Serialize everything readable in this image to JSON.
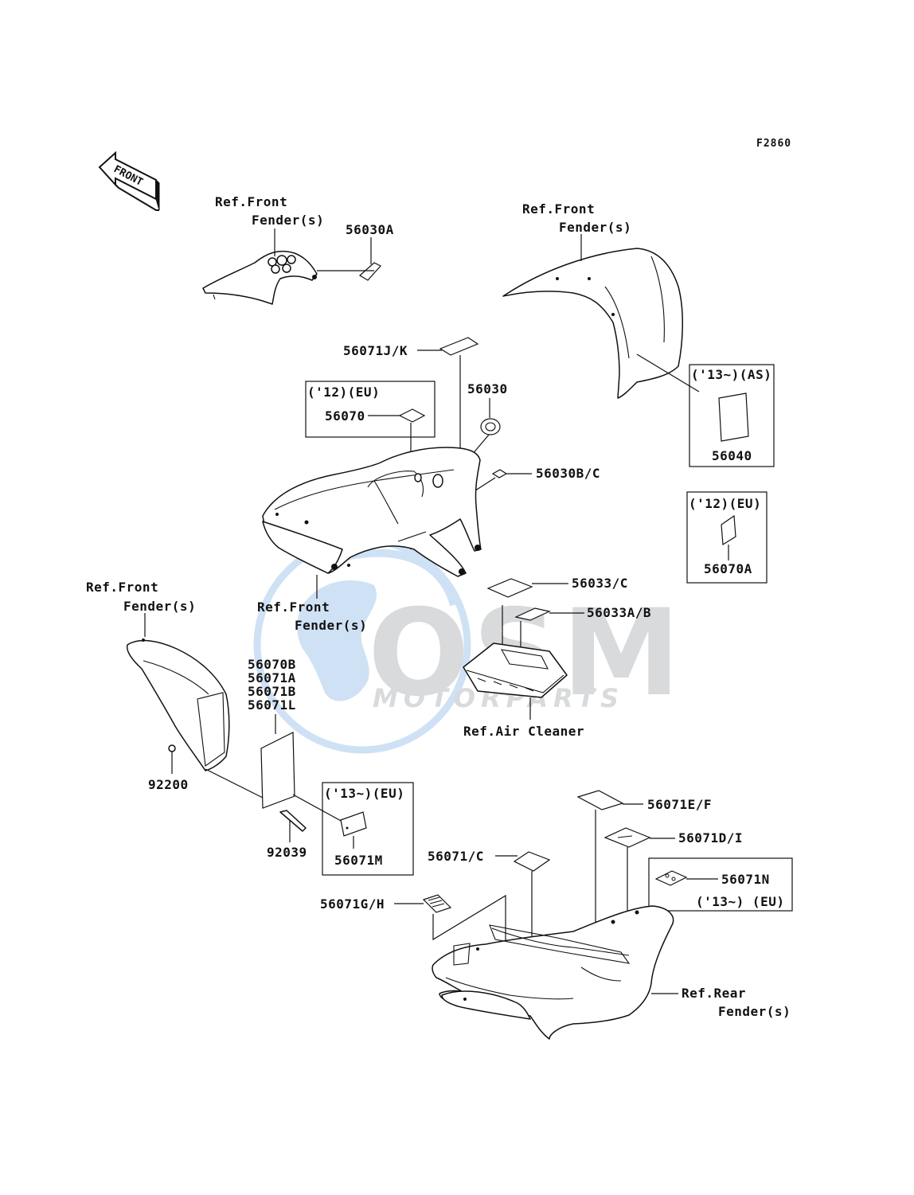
{
  "figure_code": "F2860",
  "direction_marker": "FRONT",
  "watermark": {
    "logo": "OSM",
    "sub": "MOTORPARTS"
  },
  "colors": {
    "line": "#111111",
    "watermark_blue": "#a9c9ec",
    "watermark_grey": "#b9bcc1"
  },
  "labels": {
    "ref_front_fender_1a": "Ref.Front",
    "ref_front_fender_1b": "Fender(s)",
    "p56030A": "56030A",
    "ref_front_fender_2a": "Ref.Front",
    "ref_front_fender_2b": "Fender(s)",
    "p56071JK": "56071J/K",
    "box_12eu_1": "('12)(EU)",
    "p56070": "56070",
    "p56030": "56030",
    "box_13as": "('13~)(AS)",
    "p56040": "56040",
    "p56030BC": "56030B/C",
    "box_12eu_2": "('12)(EU)",
    "p56070A": "56070A",
    "ref_front_fender_3a": "Ref.Front",
    "ref_front_fender_3b": "Fender(s)",
    "ref_front_fender_4a": "Ref.Front",
    "ref_front_fender_4b": "Fender(s)",
    "p56033C": "56033/C",
    "p56033AB": "56033A/B",
    "p56070B": "56070B",
    "p56071A": "56071A",
    "p56071B": "56071B",
    "p56071L": "56071L",
    "ref_air_cleaner": "Ref.Air Cleaner",
    "p92200": "92200",
    "box_13eu_1": "('13~)(EU)",
    "p92039": "92039",
    "p56071M": "56071M",
    "p56071EF": "56071E/F",
    "p56071DI": "56071D/I",
    "p56071C": "56071/C",
    "p56071N": "56071N",
    "box_13eu_2": "('13~) (EU)",
    "p56071GH": "56071G/H",
    "ref_rear_fender_a": "Ref.Rear",
    "ref_rear_fender_b": "Fender(s)"
  }
}
